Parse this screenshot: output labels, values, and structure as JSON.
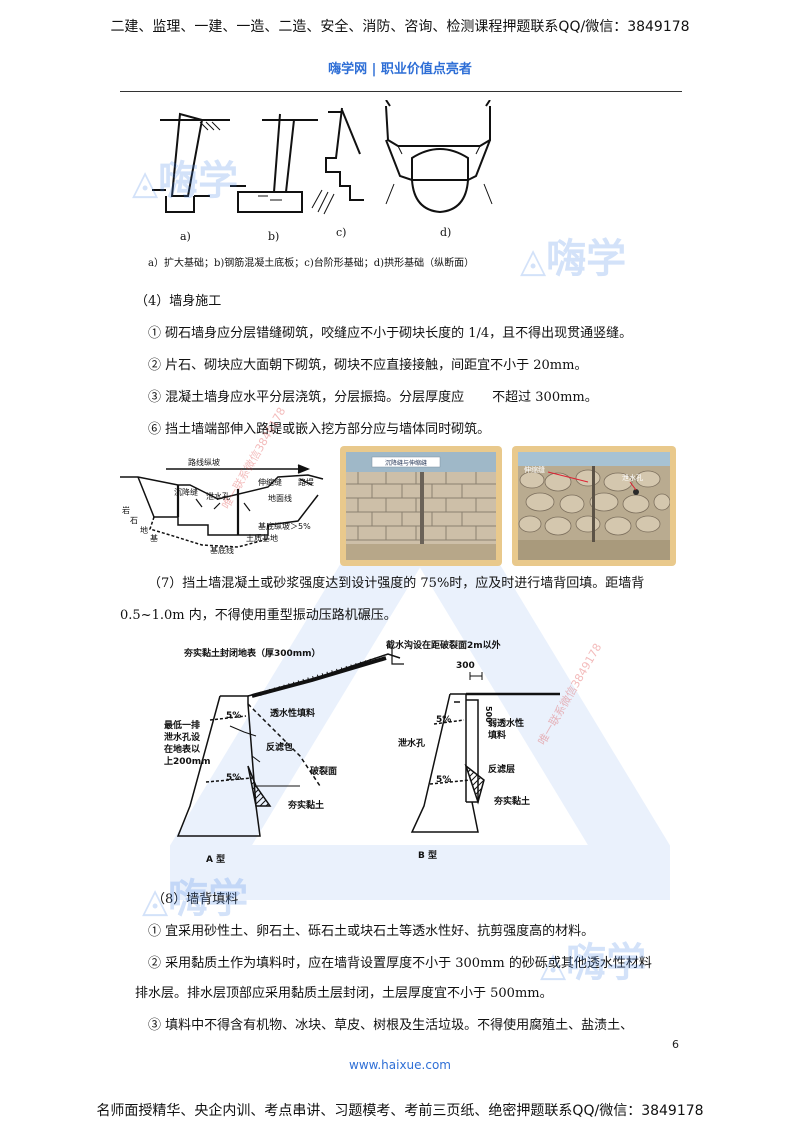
{
  "header": {
    "banner": "二建、监理、一建、一造、二造、安全、消防、咨询、检测课程押题联系QQ/微信：3849178",
    "brand": "嗨学网 | 职业价值点亮者"
  },
  "figure1": {
    "labels": [
      "a)",
      "b)",
      "c)",
      "d)"
    ],
    "caption": "a）扩大基础；b)钢筋混凝土底板；c)台阶形基础；d)拱形基础（纵断面）"
  },
  "section4": {
    "title": "（4）墙身施工",
    "items": [
      "① 砌石墙身应分层错缝砌筑，咬缝应不小于砌块长度的 1/4，且不得出现贯通竖缝。",
      "② 片石、砌块应大面朝下砌筑，砌块不应直接接触，间距宜不小于 20mm。",
      "③ 混凝土墙身应水平分层浇筑，分层振捣。分层厚度应",
      "不超过 300mm。",
      "⑥ 挡土墙端部伸入路堤或嵌入挖方部分应与墙体同时砌筑。"
    ]
  },
  "figure2": {
    "labels": [
      "路线纵坡",
      "沉降缝",
      "泄水孔",
      "伸缩缝",
      "地面线",
      "岩",
      "石",
      "地",
      "基",
      "基底纵坡＞5%",
      "土质基地",
      "基底线",
      "路堤"
    ],
    "photo1_label": "沉降缝与伸缩缝",
    "photo2_labels": [
      "伸缩缝",
      "泄水孔"
    ]
  },
  "section7": {
    "line1": "（7）挡土墙混凝土或砂浆强度达到设计强度的 75%时，应及时进行墙背回填。距墙背",
    "line2": "0.5~1.0m 内，不得使用重型振动压路机碾压。"
  },
  "figure3": {
    "labels": {
      "top_left": "夯实黏土封闭地表（厚300mm）",
      "top_right": "截水沟设在距破裂面2m以外",
      "dim_300": "300",
      "dim_500": "500",
      "slope_a1": "5%",
      "slope_a2": "5%",
      "slope_b1": "5%",
      "slope_b2": "5%",
      "permeable": "透水性填料",
      "lowest_hole": [
        "最低一排",
        "泄水孔设",
        "在地表以",
        "上200mm"
      ],
      "filter_a": "反滤包",
      "rupture": "破裂面",
      "clay_a": "夯实黏土",
      "weak_permeable": [
        "弱透水性",
        "填料"
      ],
      "drain_hole": "泄水孔",
      "filter_b": "反滤层",
      "clay_b": "夯实黏土",
      "type_a": "A 型",
      "type_b": "B 型"
    }
  },
  "section8": {
    "title": "（8）墙背填料",
    "item1": "① 宜采用砂性土、卵石土、砾石土或块石土等透水性好、抗剪强度高的材料。",
    "item2_line1": "② 采用黏质土作为填料时，应在墙背设置厚度不小于 300mm 的砂砾或其他透水性材料",
    "item2_line2": "排水层。排水层顶部应采用黏质土层封闭，土层厚度宜不小于 500mm。",
    "item3": "③ 填料中不得含有机物、冰块、草皮、树根及生活垃圾。不得使用腐殖土、盐渍土、"
  },
  "watermarks": {
    "logo_text": "嗨学",
    "red_text_1": "唯一联系微信3849178",
    "red_text_2": "唯一联系微信3849178"
  },
  "footer": {
    "page_number": "6",
    "url": "www.haixue.com",
    "banner": "名师面授精华、央企内训、考点串讲、习题模考、考前三页纸、绝密押题联系QQ/微信：3849178"
  },
  "colors": {
    "brand_blue": "#2f6fd6",
    "watermark_blue": "#5a8fe6",
    "watermark_red": "#dc3c3c"
  }
}
